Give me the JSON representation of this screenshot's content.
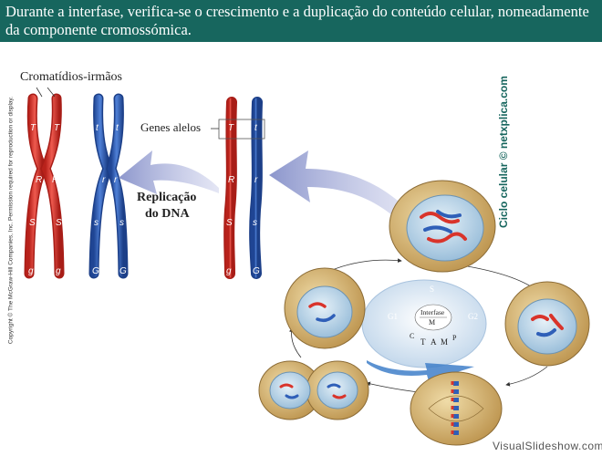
{
  "header": {
    "text": "Durante a interfase, verifica-se o crescimento e a duplicação do conteúdo celular, nomeadamente da componente cromossómica."
  },
  "labels": {
    "sister_chromatids": "Cromatídios-irmãos",
    "allele_genes": "Genes alelos",
    "replication_line1": "Replicação",
    "replication_line2": "do DNA"
  },
  "chromosome_letters": {
    "red": [
      "T",
      "R",
      "S",
      "g"
    ],
    "blue": [
      "t",
      "r",
      "s",
      "G"
    ]
  },
  "cycle": {
    "interphase": "Interfase",
    "mitosis": "M",
    "g1": "G1",
    "s": "S",
    "g2": "G2",
    "c": "C",
    "t": "T",
    "a": "A",
    "m": "M",
    "p": "P"
  },
  "copyright": "Copyright © The McGraw-Hill Companies, Inc. Permission required for reproduction or display.",
  "credit": "Ciclo celular © netxplica.com",
  "watermark": "VisualSlideshow.com",
  "colors": {
    "header_bg": "#17665e",
    "red_chromosome": "#d9342b",
    "blue_chromosome": "#2f5fb8",
    "arrow": "#9aa3d2",
    "cell": "#d8b97a",
    "nucleus": "#b9d6ea"
  }
}
